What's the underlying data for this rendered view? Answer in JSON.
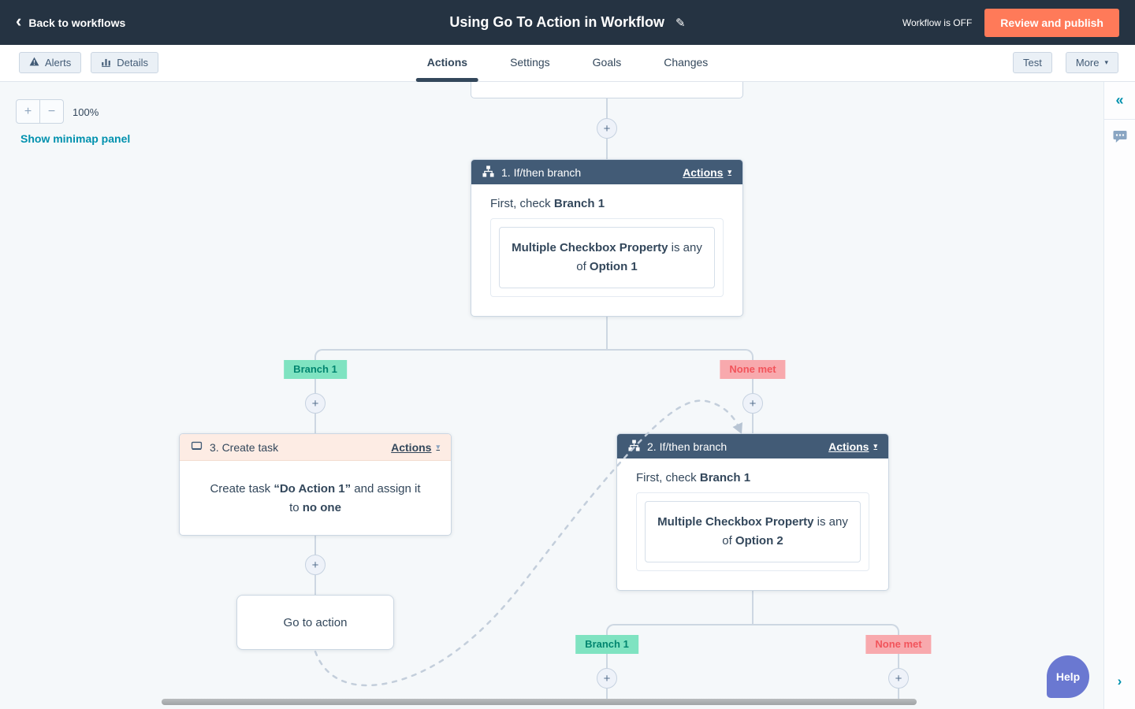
{
  "topbar": {
    "back": "Back to workflows",
    "title": "Using Go To Action in Workflow",
    "status": "Workflow is OFF",
    "publish": "Review and publish"
  },
  "toolbar": {
    "alerts": "Alerts",
    "details": "Details",
    "tabs": [
      {
        "label": "Actions",
        "active": true
      },
      {
        "label": "Settings",
        "active": false
      },
      {
        "label": "Goals",
        "active": false
      },
      {
        "label": "Changes",
        "active": false
      }
    ],
    "test": "Test",
    "more": "More"
  },
  "canvas": {
    "zoom": "100%",
    "minimap": "Show minimap panel",
    "branch_node_1": {
      "title": "1. If/then branch",
      "menu": "Actions",
      "check_prefix": "First, check ",
      "check_target": "Branch 1",
      "condition": {
        "property": "Multiple Checkbox Property",
        "operator": " is any of ",
        "value": "Option 1"
      }
    },
    "branch_node_2": {
      "title": "2. If/then branch",
      "menu": "Actions",
      "check_prefix": "First, check ",
      "check_target": "Branch 1",
      "condition": {
        "property": "Multiple Checkbox Property",
        "operator": " is any of ",
        "value": "Option 2"
      }
    },
    "task_node": {
      "title": "3. Create task",
      "menu": "Actions",
      "text_prefix": "Create task ",
      "task_name": "“Do Action 1”",
      "text_mid": " and assign it to ",
      "assignee": "no one"
    },
    "goto_node": {
      "label": "Go to action"
    },
    "chips": {
      "met": "Branch 1",
      "none": "None met"
    }
  },
  "sidebar": {
    "help": "Help"
  },
  "icons": {
    "plus": "+",
    "minus": "−",
    "back_chevron": "‹",
    "collapse": "«",
    "expand": "›",
    "edit_pencil": "✎",
    "caret_down": "▾"
  },
  "colors": {
    "topbar_bg": "#253342",
    "accent_orange": "#ff7a59",
    "link_teal": "#0091ae",
    "branch_header_bg": "#425b76",
    "task_header_bg": "#fdece4",
    "chip_met_bg": "#7fe3c1",
    "chip_met_text": "#00856f",
    "chip_none_bg": "#f8a9ad",
    "chip_none_text": "#f2545b",
    "help_purple": "#6a78d1",
    "canvas_bg": "#f5f8fa"
  }
}
